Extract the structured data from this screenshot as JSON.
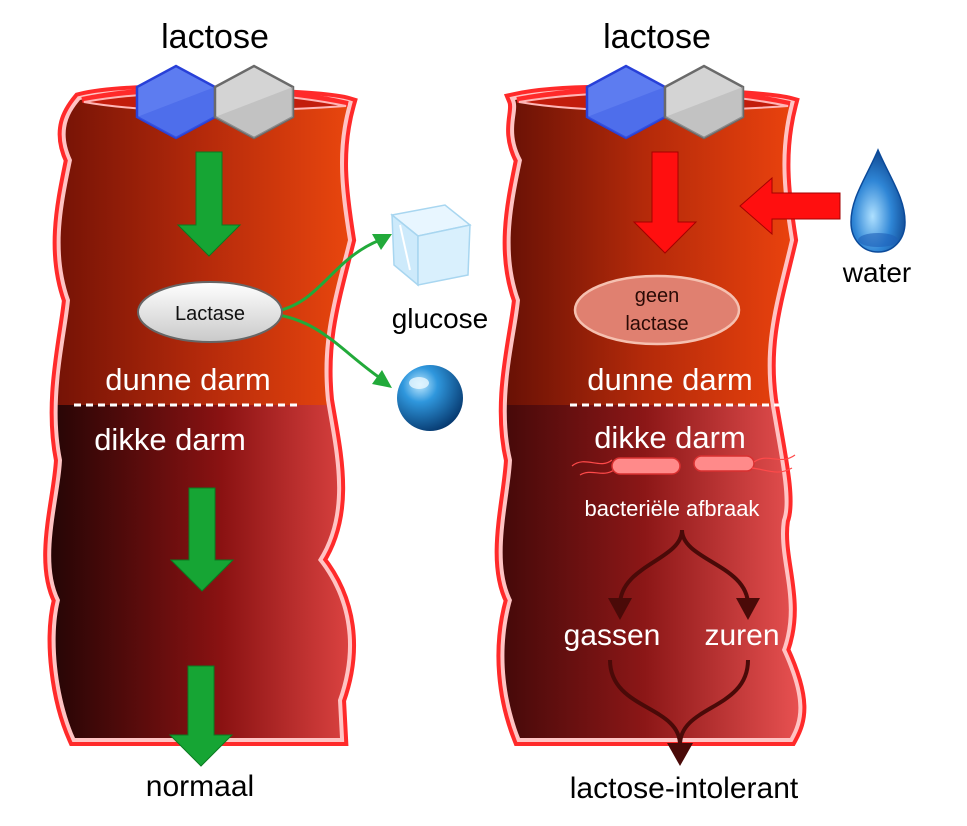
{
  "left": {
    "top_label": "lactose",
    "enzyme_label": "Lactase",
    "small_intestine_label": "dunne darm",
    "large_intestine_label": "dikke darm",
    "bottom_label": "normaal",
    "products": [
      {
        "label": "glucose",
        "icon": "ice-cube-icon"
      },
      {
        "label": "",
        "icon": "sphere-icon"
      }
    ]
  },
  "right": {
    "top_label": "lactose",
    "enzyme_label_line1": "geen",
    "enzyme_label_line2": "lactase",
    "water_label": "water",
    "small_intestine_label": "dunne darm",
    "large_intestine_label": "dikke darm",
    "bacteria_label": "bacteriële afbraak",
    "gas_label": "gassen",
    "acid_label": "zuren",
    "bottom_label": "lactose-intolerant"
  },
  "colors": {
    "hexagon_blue": "#5d7cf0",
    "hexagon_gray": "#d4d4d4",
    "arrow_green": "#16a534",
    "arrow_red": "#ff0f0f",
    "flow_dark": "#4a0a08",
    "water_blue": "#2f86d6",
    "wall_pink": "#ffb6b6"
  }
}
